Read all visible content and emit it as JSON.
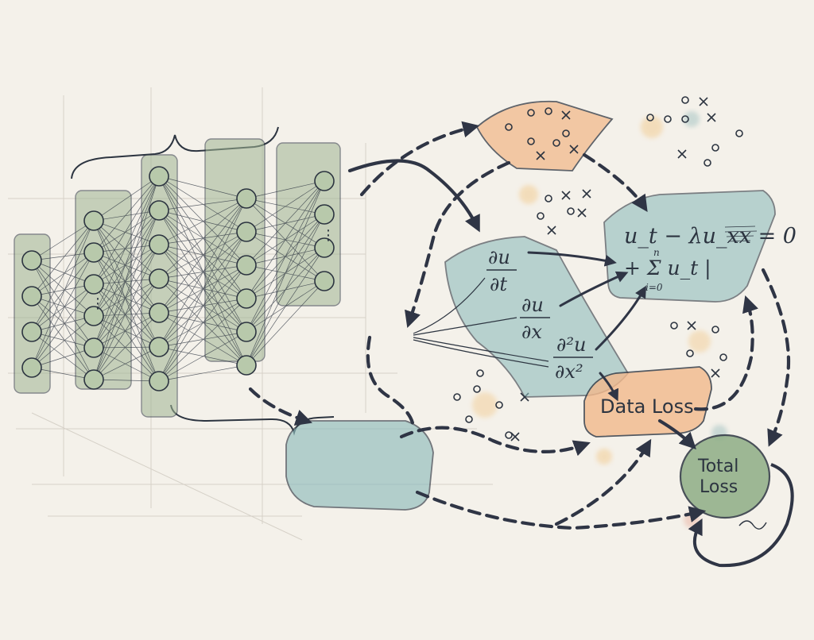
{
  "colors": {
    "paper": "#f4f1ea",
    "ink": "#2c3440",
    "green_wash": "#9fb592",
    "teal_wash": "#8fbcbc",
    "peach_wash": "#f2b98c",
    "arrow": "#2f3545"
  },
  "network": {
    "layers": [
      {
        "nodes": 4,
        "ellipsis": false
      },
      {
        "nodes": 6,
        "ellipsis": true
      },
      {
        "nodes": 7,
        "ellipsis": false
      },
      {
        "nodes": 6,
        "ellipsis": false
      },
      {
        "nodes": 4,
        "ellipsis": true
      }
    ]
  },
  "pde": {
    "equation": "u_t − λu_xx = 0",
    "sum_term": "+ Σ u_t |",
    "sum_upper": "n",
    "sum_lower": "i=0"
  },
  "derivatives": {
    "du_dt_num": "∂u",
    "du_dt_den": "∂t",
    "du_dx_num": "∂u",
    "du_dx_den": "∂x",
    "d2u_dx2_num": "∂²u",
    "d2u_dx2_den": "∂x²"
  },
  "data_loss": {
    "label": "Data Loss"
  },
  "total_loss": {
    "line1": "Total",
    "line2": "Loss"
  }
}
